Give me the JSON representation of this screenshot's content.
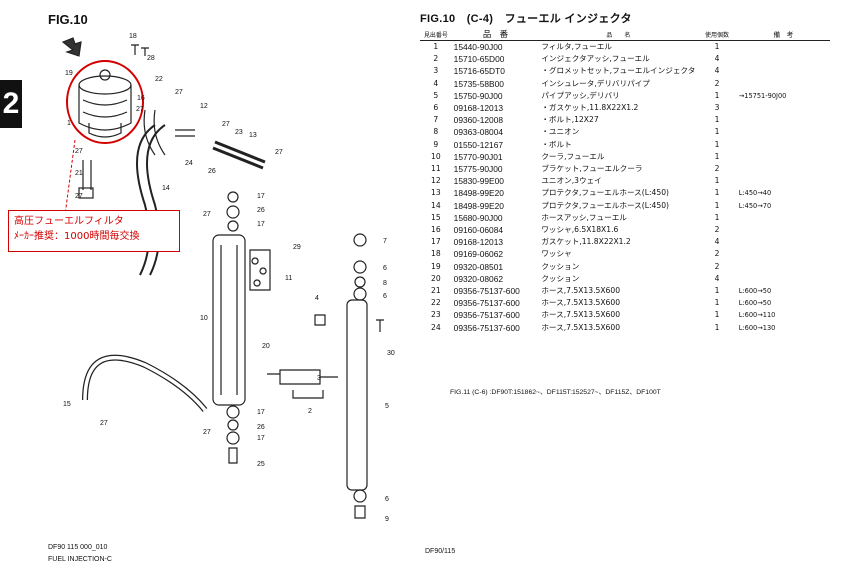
{
  "header": {
    "fig_label": "FIG.10",
    "section_number": "2"
  },
  "callout": {
    "line1": "高圧フューエルフィルタ",
    "line2": "ﾒｰｶｰ推奨：1000時間毎交換"
  },
  "diagram": {
    "callouts": [
      "1",
      "2",
      "3",
      "4",
      "5",
      "6",
      "6",
      "6",
      "7",
      "7",
      "8",
      "9",
      "9",
      "10",
      "11",
      "12",
      "13",
      "14",
      "15",
      "16",
      "17",
      "17",
      "17",
      "18",
      "19",
      "20",
      "21",
      "22",
      "23",
      "24",
      "25",
      "26",
      "26",
      "27",
      "27",
      "27",
      "27",
      "27",
      "27",
      "27",
      "27",
      "28",
      "29",
      "30"
    ]
  },
  "parts_table": {
    "title": "FIG.10　(C-4)　フューエル インジェクタ",
    "headers": {
      "ref": "見出番号",
      "part_no": "品　番",
      "name": "品　　名",
      "qty": "使用個数",
      "remarks": "備　考"
    },
    "rows": [
      {
        "no": "1",
        "pn": "15440-90J00",
        "name": "フィルタ,フューエル",
        "qty": "1",
        "rem": ""
      },
      {
        "no": "2",
        "pn": "15710-65D00",
        "name": "インジェクタアッシ,フューエル",
        "qty": "4",
        "rem": ""
      },
      {
        "no": "3",
        "pn": "15716-65DT0",
        "name": "・グロメットセット,フューエルインジェクタ",
        "qty": "4",
        "rem": ""
      },
      {
        "no": "4",
        "pn": "15735-58B00",
        "name": "インシュレータ,デリバリパイプ",
        "qty": "2",
        "rem": ""
      },
      {
        "no": "5",
        "pn": "15750-90J00",
        "name": "パイプアッシ,デリバリ",
        "qty": "1",
        "rem": "→15751-90J00"
      },
      {
        "no": "6",
        "pn": "09168-12013",
        "name": "・ガスケット,11.8X22X1.2",
        "qty": "3",
        "rem": ""
      },
      {
        "no": "7",
        "pn": "09360-12008",
        "name": "・ボルト,12X27",
        "qty": "1",
        "rem": ""
      },
      {
        "no": "8",
        "pn": "09363-08004",
        "name": "・ユニオン",
        "qty": "1",
        "rem": ""
      },
      {
        "no": "9",
        "pn": "01550-12167",
        "name": "・ボルト",
        "qty": "1",
        "rem": ""
      },
      {
        "no": "10",
        "pn": "15770-90J01",
        "name": "クーラ,フューエル",
        "qty": "1",
        "rem": ""
      },
      {
        "no": "11",
        "pn": "15775-90J00",
        "name": "ブラケット,フューエルクーラ",
        "qty": "2",
        "rem": ""
      },
      {
        "no": "12",
        "pn": "15830-99E00",
        "name": "ユニオン,3ウェイ",
        "qty": "1",
        "rem": ""
      },
      {
        "no": "13",
        "pn": "18498-99E20",
        "name": "プロテクタ,フューエルホース(L:450)",
        "qty": "1",
        "rem": "L:450→40"
      },
      {
        "no": "14",
        "pn": "18498-99E20",
        "name": "プロテクタ,フューエルホース(L:450)",
        "qty": "1",
        "rem": "L:450→70"
      },
      {
        "no": "15",
        "pn": "15680-90J00",
        "name": "ホースアッシ,フューエル",
        "qty": "1",
        "rem": ""
      },
      {
        "no": "16",
        "pn": "09160-06084",
        "name": "ワッシャ,6.5X18X1.6",
        "qty": "2",
        "rem": ""
      },
      {
        "no": "17",
        "pn": "09168-12013",
        "name": "ガスケット,11.8X22X1.2",
        "qty": "4",
        "rem": ""
      },
      {
        "no": "18",
        "pn": "09169-06062",
        "name": "ワッシャ",
        "qty": "2",
        "rem": ""
      },
      {
        "no": "19",
        "pn": "09320-08501",
        "name": "クッション",
        "qty": "2",
        "rem": ""
      },
      {
        "no": "20",
        "pn": "09320-08062",
        "name": "クッション",
        "qty": "4",
        "rem": ""
      },
      {
        "no": "21",
        "pn": "09356-75137-600",
        "name": "ホース,7.5X13.5X600",
        "qty": "1",
        "rem": "L:600→50"
      },
      {
        "no": "22",
        "pn": "09356-75137-600",
        "name": "ホース,7.5X13.5X600",
        "qty": "1",
        "rem": "L:600→50"
      },
      {
        "no": "23",
        "pn": "09356-75137-600",
        "name": "ホース,7.5X13.5X600",
        "qty": "1",
        "rem": "L:600→110"
      },
      {
        "no": "24",
        "pn": "09356-75137-600",
        "name": "ホース,7.5X13.5X600",
        "qty": "1",
        "rem": "L:600→130"
      }
    ],
    "footnote": "FIG.11 (C-6) :DF90T:151862~、DF115T:152527~、DF115Z、DF100T"
  },
  "footer": {
    "code_line1": "DF90 115 000_010",
    "code_line2": "FUEL INJECTION-C",
    "page_ref": "DF90/115"
  }
}
